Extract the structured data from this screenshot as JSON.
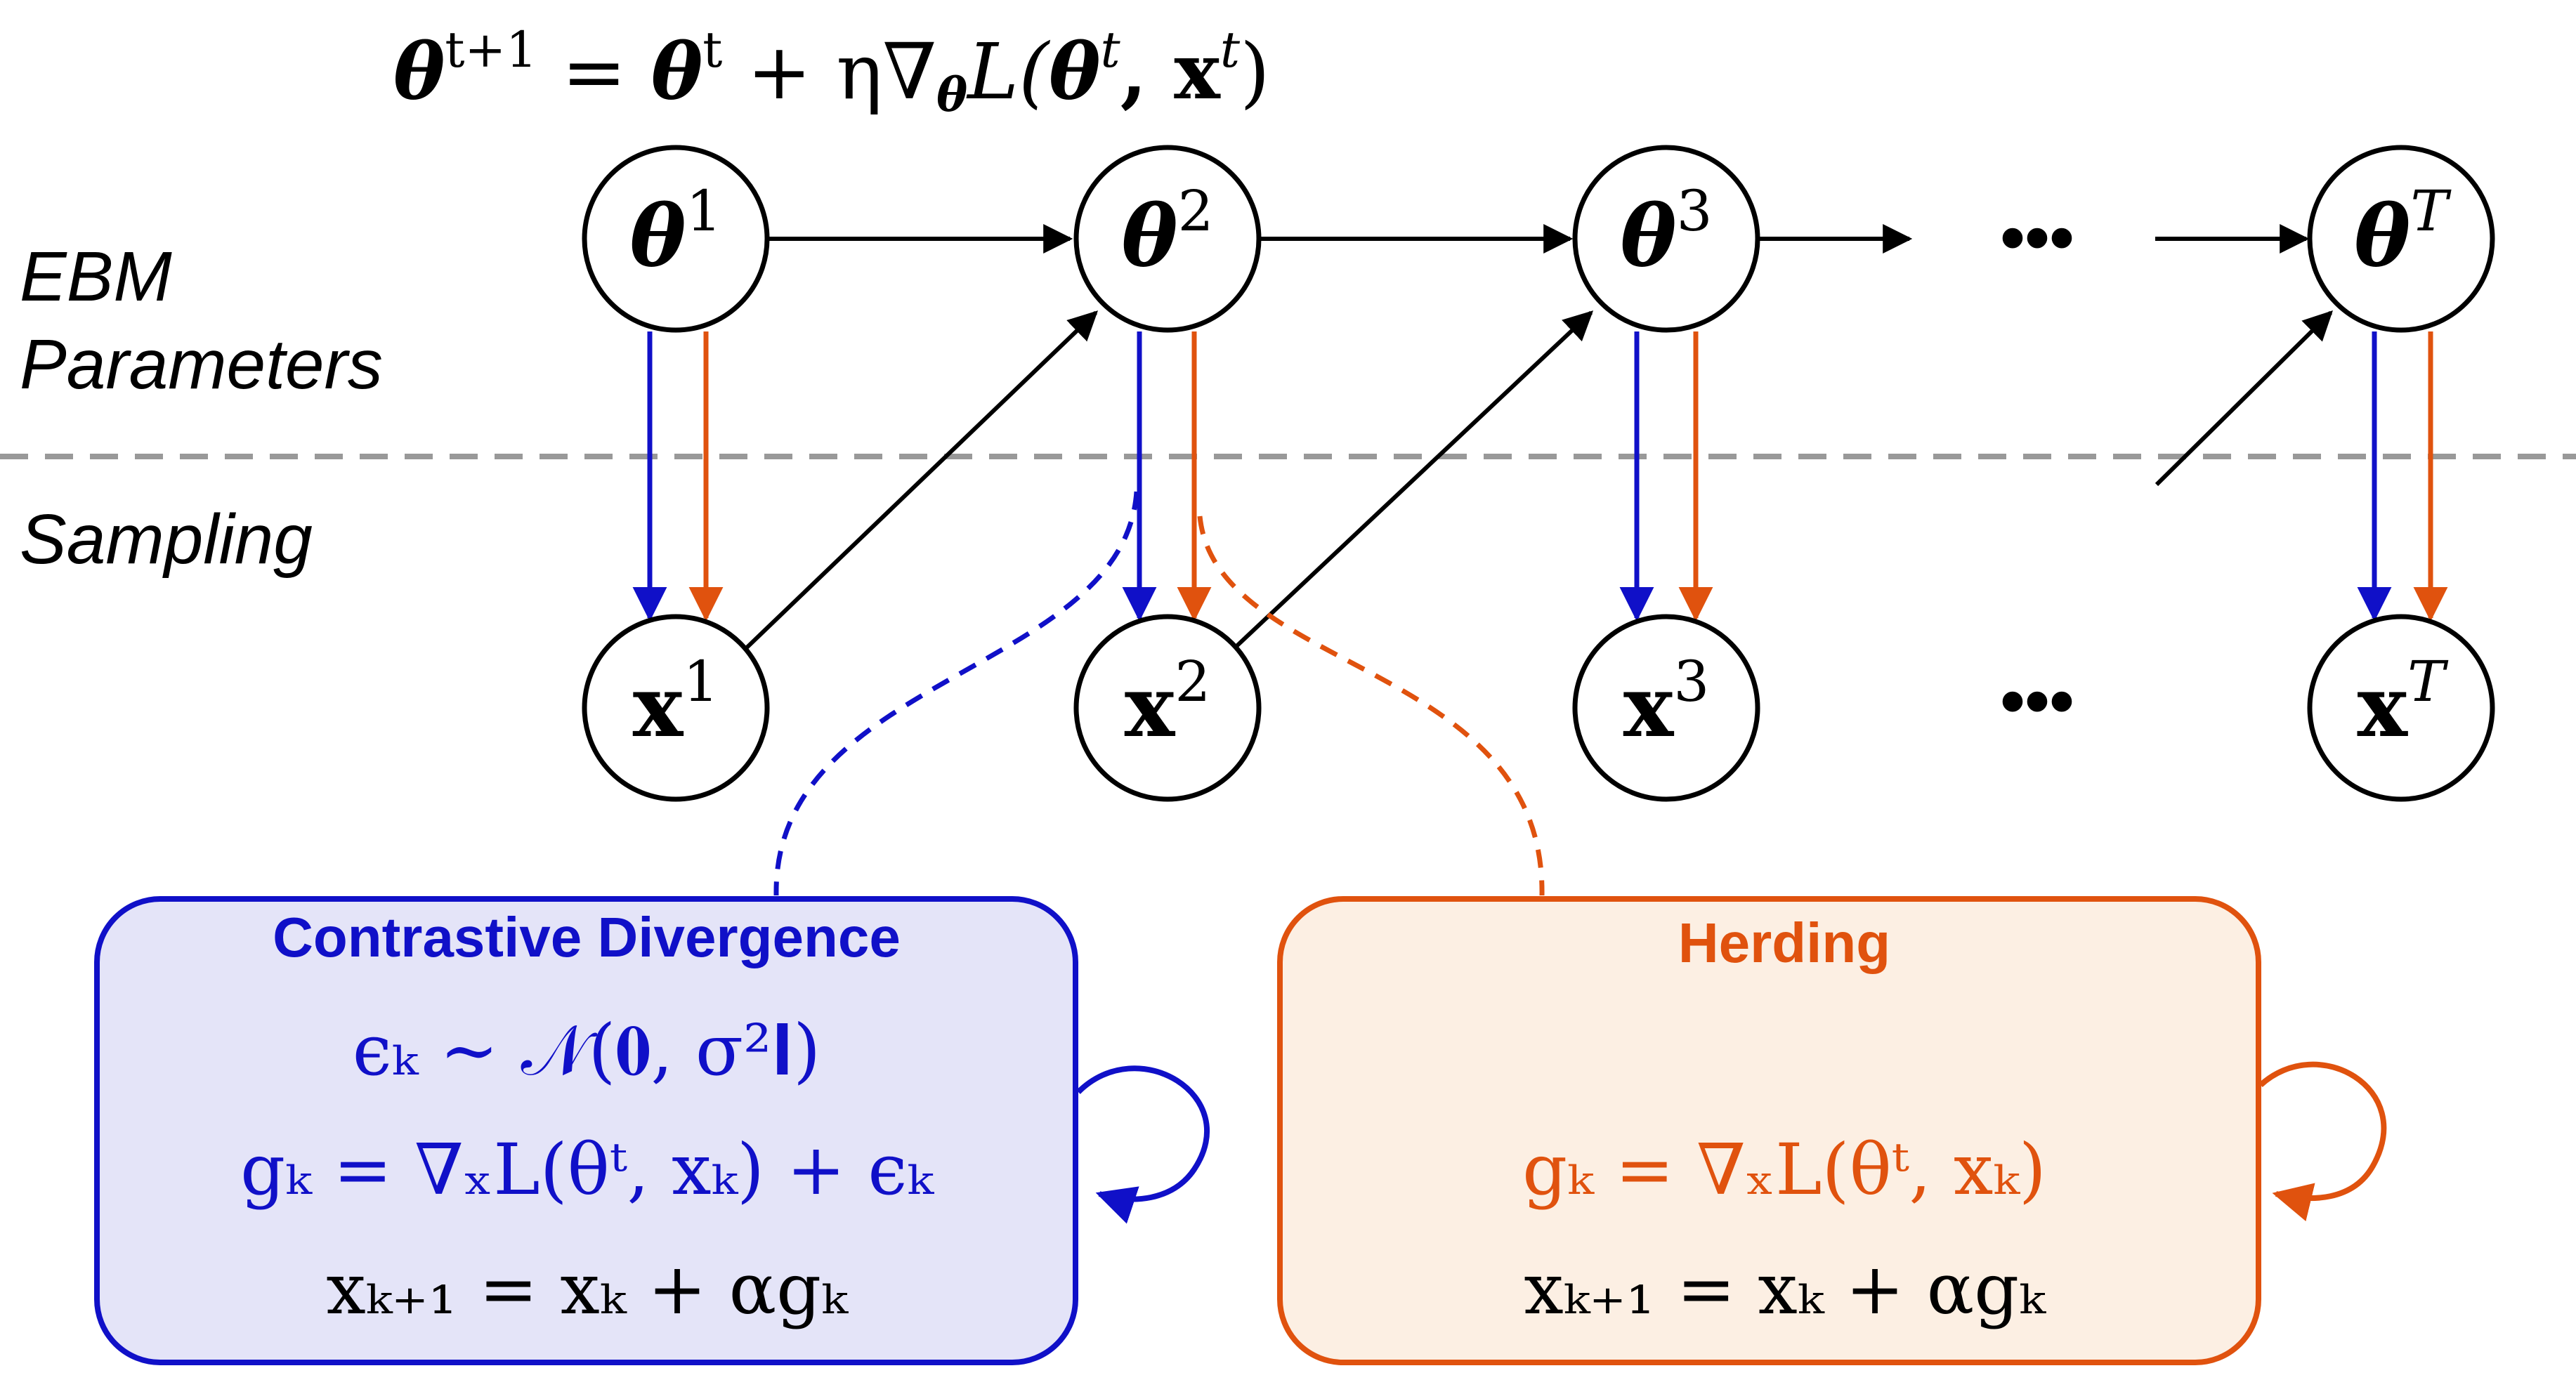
{
  "equation": {
    "lhs_symbol": "θ",
    "lhs_sup": "t+1",
    "equals": "=",
    "rhs_symbol": "θ",
    "rhs_sup": "t",
    "plus_eta": "+ η∇",
    "nabla_sub": "θ",
    "loss_open": "L(",
    "loss_theta": "θ",
    "loss_theta_sup": "t",
    "loss_comma_x": ", x",
    "loss_x_sup": "t",
    "loss_close": ")"
  },
  "labels": {
    "ebm_line1": "EBM",
    "ebm_line2": "Parameters",
    "sampling": "Sampling"
  },
  "param_nodes": [
    {
      "symbol": "θ",
      "sup": "1"
    },
    {
      "symbol": "θ",
      "sup": "2"
    },
    {
      "symbol": "θ",
      "sup": "3"
    },
    {
      "symbol": "θ",
      "sup": "T"
    }
  ],
  "sample_nodes": [
    {
      "symbol": "x",
      "sup": "1"
    },
    {
      "symbol": "x",
      "sup": "2"
    },
    {
      "symbol": "x",
      "sup": "3"
    },
    {
      "symbol": "x",
      "sup": "T"
    }
  ],
  "ellipsis": "•••",
  "cd_box": {
    "title": "Contrastive Divergence",
    "line1": "ϵₖ ∼ 𝒩(𝟎, σ²𝐈)",
    "line2": "gₖ = ∇ₓL(θᵗ, xₖ) + ϵₖ",
    "line3": "xₖ₊₁ = xₖ + αgₖ"
  },
  "herding_box": {
    "title": "Herding",
    "line1": "gₖ = ∇ₓL(θᵗ, xₖ)",
    "line2": "xₖ₊₁ = xₖ + αgₖ"
  },
  "colors": {
    "cd": "#1010c8",
    "herding": "#e0520e",
    "cd_fill": "#e4e4f8",
    "herding_fill": "#fcefe3",
    "divider": "#999999",
    "ink": "#000000"
  }
}
